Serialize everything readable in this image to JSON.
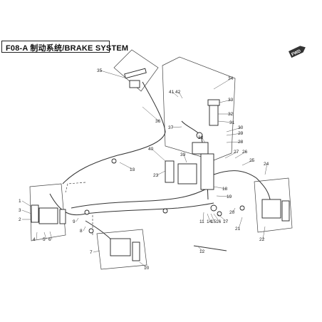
{
  "title": "F08-A 制动系统/BRAKE SYSTEM",
  "fwd_label": "FWD",
  "colors": {
    "line": "#333333",
    "frame": "#666666",
    "background": "#ffffff"
  },
  "icons": [
    "fwd-arrow-icon"
  ],
  "callouts": [
    {
      "label": "35"
    },
    {
      "label": "34"
    },
    {
      "label": "33"
    },
    {
      "label": "41"
    },
    {
      "label": "42"
    },
    {
      "label": "36"
    },
    {
      "label": "32"
    },
    {
      "label": "31"
    },
    {
      "label": "30"
    },
    {
      "label": "29"
    },
    {
      "label": "28"
    },
    {
      "label": "37"
    },
    {
      "label": "38"
    },
    {
      "label": "40"
    },
    {
      "label": "39"
    },
    {
      "label": "27"
    },
    {
      "label": "26"
    },
    {
      "label": "25"
    },
    {
      "label": "24"
    },
    {
      "label": "23"
    },
    {
      "label": "22"
    },
    {
      "label": "21"
    },
    {
      "label": "20"
    },
    {
      "label": "19"
    },
    {
      "label": "18"
    },
    {
      "label": "17"
    },
    {
      "label": "16"
    },
    {
      "label": "15"
    },
    {
      "label": "14"
    },
    {
      "label": "13"
    },
    {
      "label": "12"
    },
    {
      "label": "11"
    },
    {
      "label": "10"
    },
    {
      "label": "9"
    },
    {
      "label": "8"
    },
    {
      "label": "7"
    },
    {
      "label": "6"
    },
    {
      "label": "5"
    },
    {
      "label": "4"
    },
    {
      "label": "3"
    },
    {
      "label": "2"
    },
    {
      "label": "1"
    }
  ]
}
